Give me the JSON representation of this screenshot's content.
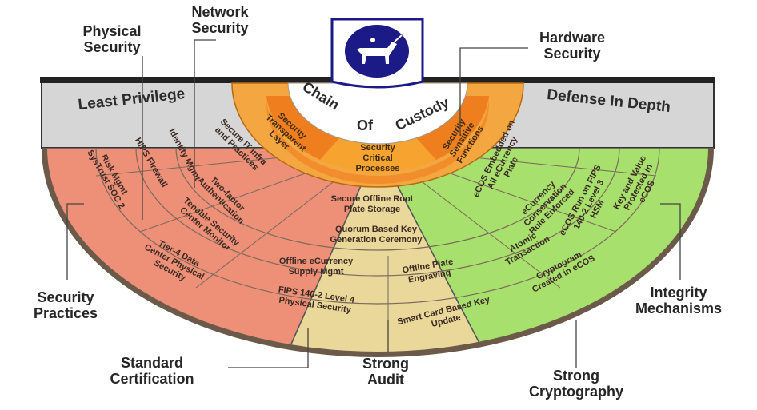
{
  "colors": {
    "gray_band": "#d6d6d6",
    "red_sector": "#ee8f78",
    "yellow_sector": "#ead79a",
    "green_sector": "#a8e06e",
    "orange_ring": "#f4a640",
    "orange_core": "#ef7f1e",
    "dark_outline": "#555555",
    "logo_blue": "#1c1a86"
  },
  "logo": {
    "icon": "unicorn-crest-icon"
  },
  "chain_of_custody": [
    "Chain",
    "Of",
    "Custody"
  ],
  "bands": {
    "left": "Least Privilege",
    "right": "Defense In Depth"
  },
  "core": {
    "left": "Security Transparent Layer",
    "center": "Security Critical Processes",
    "right": "Security Sensitive Functions"
  },
  "red_cells": [
    "Risk Mgmt SysTrust SOC 2",
    "HIPS Firewall",
    "Identity Mgmt",
    "Secure IT Infra and Practices",
    "Two-factor Authentication",
    "Tenable Security Center Monitor",
    "Tier-4 Data Center Physical Security"
  ],
  "yellow_cells": [
    "Secure Offline Root Plate Storage",
    "Quorum Based Key Generation Ceremony",
    "Offline eCurrency Supply Mgmt",
    "Offline Plate Engraving",
    "FIPS 140-2 Level 4 Physical Security",
    "Smart Card Based Key Update"
  ],
  "green_cells": [
    "eCOS Embedded on All eCurrency Plate",
    "eCurrency Conservation Rule Enforced",
    "eCOS Run on FIPS 140-2 Level 3 HSM",
    "Key and Value Protected in eCOS",
    "Atomic Transaction",
    "Cryptogram Created in eCOS"
  ],
  "callouts": {
    "physical_security": [
      "Physical",
      "Security"
    ],
    "network_security": [
      "Network",
      "Security"
    ],
    "hardware_security": [
      "Hardware",
      "Security"
    ],
    "security_practices": [
      "Security",
      "Practices"
    ],
    "integrity_mechanisms": [
      "Integrity",
      "Mechanisms"
    ],
    "standard_certification": [
      "Standard",
      "Certification"
    ],
    "strong_audit": [
      "Strong",
      "Audit"
    ],
    "strong_cryptography": [
      "Strong",
      "Cryptography"
    ]
  }
}
